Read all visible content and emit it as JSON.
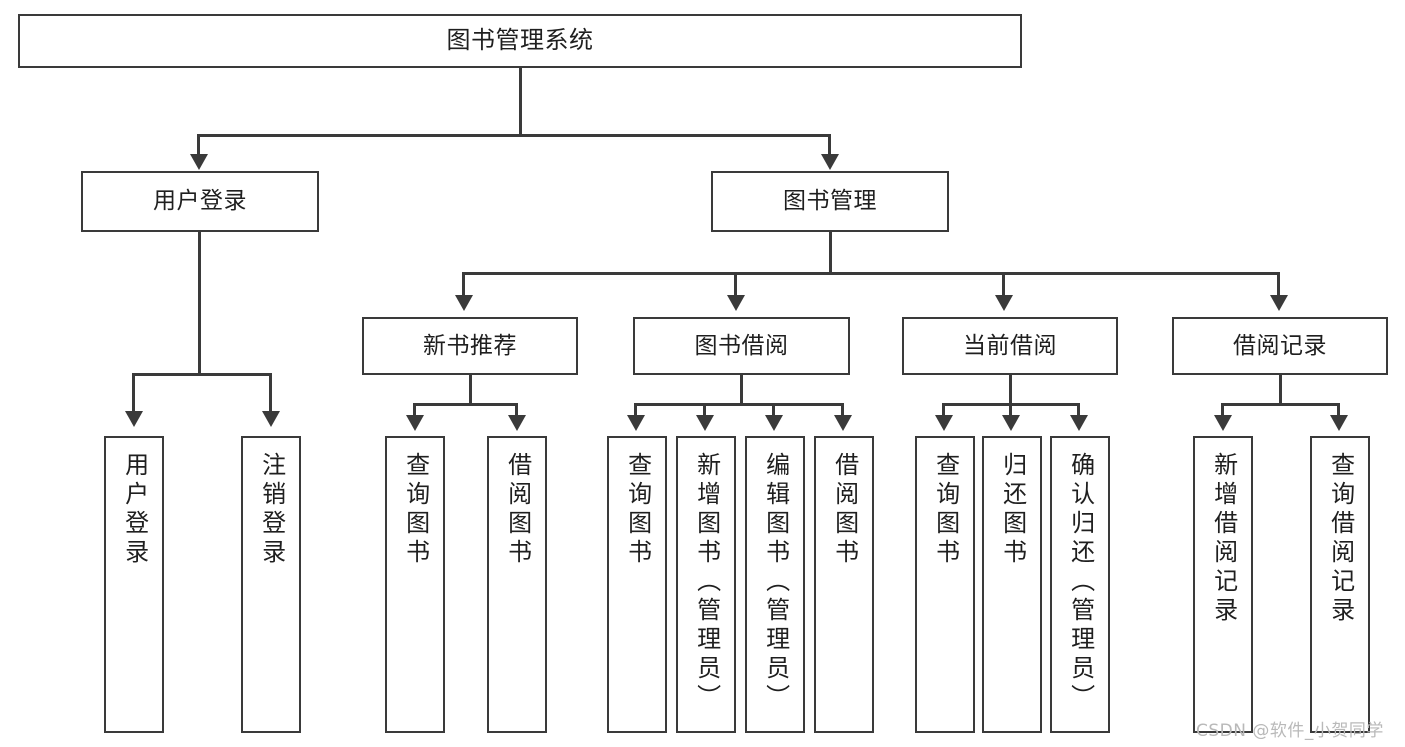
{
  "diagram": {
    "type": "tree-hierarchy-chart",
    "title": "图书管理系统",
    "watermark": "CSDN @软件_小贺同学",
    "colors": {
      "box_border": "#3a3a3a",
      "connector": "#3a3a3a",
      "text": "#1f1f1f",
      "background": "#ffffff",
      "watermark": "#b9b9b9"
    },
    "nodes": {
      "root": {
        "label": "图书管理系统"
      },
      "level2": [
        {
          "id": "user-login",
          "label": "用户登录"
        },
        {
          "id": "book-management",
          "label": "图书管理"
        }
      ],
      "level3": [
        {
          "id": "new-book-recommend",
          "label": "新书推荐"
        },
        {
          "id": "book-borrow",
          "label": "图书借阅"
        },
        {
          "id": "current-borrow",
          "label": "当前借阅"
        },
        {
          "id": "borrow-record",
          "label": "借阅记录"
        }
      ],
      "leaves": [
        {
          "id": "leaf-user-login",
          "label": "用户登录",
          "parent": "user-login"
        },
        {
          "id": "leaf-logout",
          "label": "注销登录",
          "parent": "user-login"
        },
        {
          "id": "leaf-query-book-1",
          "label": "查询图书",
          "parent": "new-book-recommend"
        },
        {
          "id": "leaf-borrow-book-1",
          "label": "借阅图书",
          "parent": "new-book-recommend"
        },
        {
          "id": "leaf-query-book-2",
          "label": "查询图书",
          "parent": "book-borrow"
        },
        {
          "id": "leaf-add-book",
          "label": "新增图书（管理员）",
          "parent": "book-borrow"
        },
        {
          "id": "leaf-edit-book",
          "label": "编辑图书（管理员）",
          "parent": "book-borrow"
        },
        {
          "id": "leaf-borrow-book-2",
          "label": "借阅图书",
          "parent": "book-borrow"
        },
        {
          "id": "leaf-query-book-3",
          "label": "查询图书",
          "parent": "current-borrow"
        },
        {
          "id": "leaf-return-book",
          "label": "归还图书",
          "parent": "current-borrow"
        },
        {
          "id": "leaf-confirm-return",
          "label": "确认归还（管理员）",
          "parent": "current-borrow"
        },
        {
          "id": "leaf-add-record",
          "label": "新增借阅记录",
          "parent": "borrow-record"
        },
        {
          "id": "leaf-query-record",
          "label": "查询借阅记录",
          "parent": "borrow-record"
        }
      ]
    }
  }
}
